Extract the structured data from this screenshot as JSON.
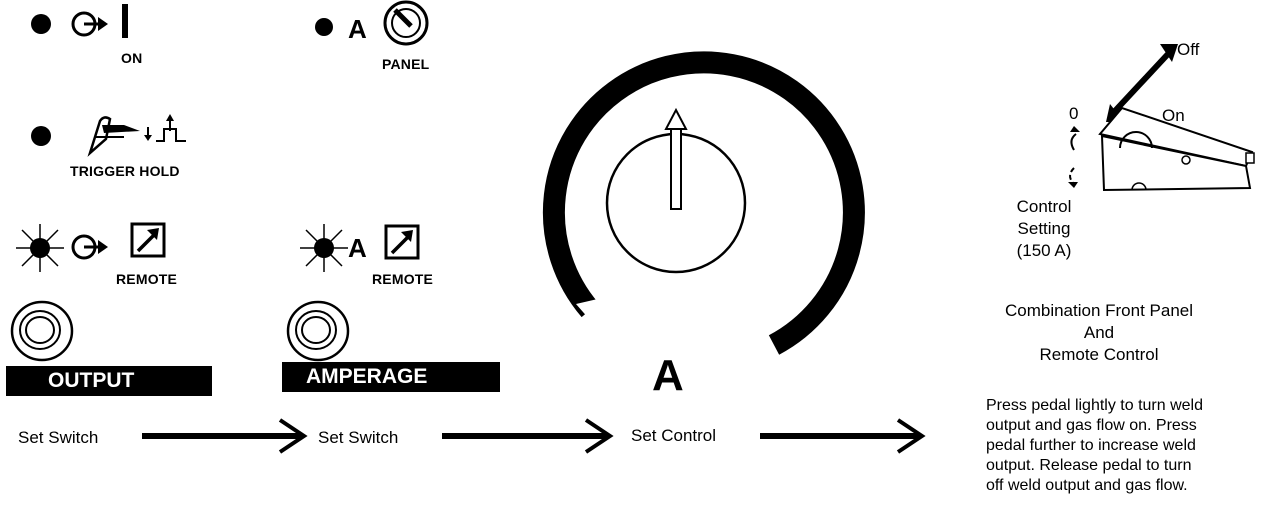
{
  "output_panel": {
    "on_label": "ON",
    "trigger_hold_label": "TRIGGER HOLD",
    "remote_label": "REMOTE",
    "switch_name": "OUTPUT"
  },
  "amperage_panel": {
    "amp_symbol": "A",
    "panel_label": "PANEL",
    "remote_label": "REMOTE",
    "switch_name": "AMPERAGE"
  },
  "control": {
    "amp_symbol": "A"
  },
  "steps": {
    "step1": "Set Switch",
    "step2": "Set Switch",
    "step3": "Set Control"
  },
  "pedal": {
    "off_label": "Off",
    "on_label": "On",
    "zero_label": "0",
    "setting_lines": [
      "Control",
      "Setting",
      "(150 A)"
    ],
    "caption_lines": [
      "Combination Front Panel",
      "And",
      "Remote Control"
    ],
    "instructions_lines": [
      "Press pedal lightly to turn weld",
      "output and gas flow on. Press",
      "pedal further to increase weld",
      "output. Release pedal to turn",
      "off weld output and gas flow."
    ]
  },
  "icons": [
    "led-indicator-icon",
    "output-contactor-icon",
    "power-on-icon",
    "amperage-panel-icon",
    "torch-trigger-hold-icon",
    "lit-led-icon",
    "remote-icon",
    "pushbutton-icon",
    "arrow-right-icon",
    "knob-icon",
    "foot-pedal-icon"
  ]
}
